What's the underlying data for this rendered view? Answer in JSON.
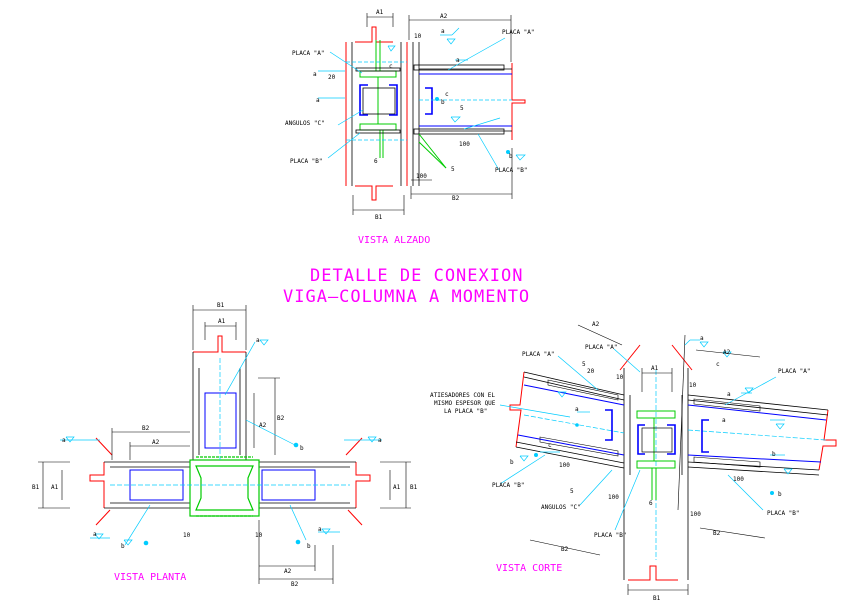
{
  "title": {
    "line1": "DETALLE DE CONEXION",
    "line2": "VIGA—COLUMNA A MOMENTO"
  },
  "views": {
    "alzado": {
      "name": "VISTA ALZADO",
      "labels": {
        "placa_a_left": "PLACA \"A\"",
        "placa_a_right": "PLACA \"A\"",
        "angulos_c": "ANGULOS \"C\"",
        "placa_b_left": "PLACA \"B\"",
        "placa_b_right": "PLACA \"B\"",
        "a1": "A1",
        "a2": "A2",
        "b1": "B1",
        "b2": "B2",
        "d10": "10",
        "d20": "20",
        "d5a": "5",
        "d5b": "5",
        "d100a": "100",
        "d100b": "100",
        "d6": "6",
        "wa1": "a",
        "wa2": "a",
        "wa3": "a",
        "wa4": "a",
        "wb1": "b",
        "wb2": "b",
        "wc1": "c",
        "wc2": "c"
      }
    },
    "planta": {
      "name": "VISTA PLANTA",
      "labels": {
        "b1_top": "B1",
        "a1_top": "A1",
        "a2_mid": "A2",
        "b2_mid": "B2",
        "b2_left": "B2",
        "a2_left": "A2",
        "b1_left": "B1",
        "a1_left": "A1",
        "b1_right": "B1",
        "a1_right": "A1",
        "a2_bottom": "A2",
        "b2_bottom": "B2",
        "d10a": "10",
        "d10b": "10",
        "wa1": "a",
        "wa2": "a",
        "wa3": "a",
        "wa4": "a",
        "wa5": "a",
        "wb1": "b",
        "wb2": "b",
        "wb3": "b"
      }
    },
    "corte": {
      "name": "VISTA CORTE",
      "labels": {
        "placa_a_1": "PLACA \"A\"",
        "placa_a_2": "PLACA \"A\"",
        "placa_a_3": "PLACA \"A\"",
        "atiesadores": "ATIESADORES CON EL",
        "atiesadores2": "MISMO ESPESOR QUE",
        "atiesadores3": "LA PLACA \"B\"",
        "placa_b_1": "PLACA \"B\"",
        "placa_b_2": "PLACA \"B\"",
        "placa_b_3": "PLACA \"B\"",
        "angulos_c": "ANGULOS \"C\"",
        "a1": "A1",
        "a2_left": "A2",
        "a2_right": "A2",
        "b1": "B1",
        "b2_left": "B2",
        "b2_right": "B2",
        "d5a": "5",
        "d5b": "5",
        "d20": "20",
        "d10a": "10",
        "d10b": "10",
        "d100a": "100",
        "d100b": "100",
        "d100c": "100",
        "d100d": "100",
        "d6": "6",
        "wa1": "a",
        "wa2": "a",
        "wa3": "a",
        "wa4": "a",
        "wb1": "b",
        "wb2": "b",
        "wb3": "b",
        "wc1": "c",
        "wc2": "c"
      }
    }
  }
}
